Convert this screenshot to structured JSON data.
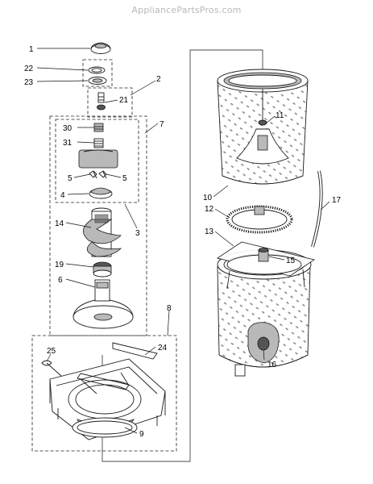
{
  "watermark": "AppliancePartsPros.com",
  "labels": {
    "p1": "1",
    "p2": "2",
    "p3": "3",
    "p4": "4",
    "p5a": "5",
    "p5b": "5",
    "p6": "6",
    "p7": "7",
    "p8": "8",
    "p9": "9",
    "p10": "10",
    "p11": "11",
    "p12": "12",
    "p13": "13",
    "p14": "14",
    "p15": "15",
    "p16": "16",
    "p17": "17",
    "p19": "19",
    "p21": "21",
    "p22": "22",
    "p23": "23",
    "p24": "24",
    "p25": "25",
    "p30": "30",
    "p31": "31"
  }
}
